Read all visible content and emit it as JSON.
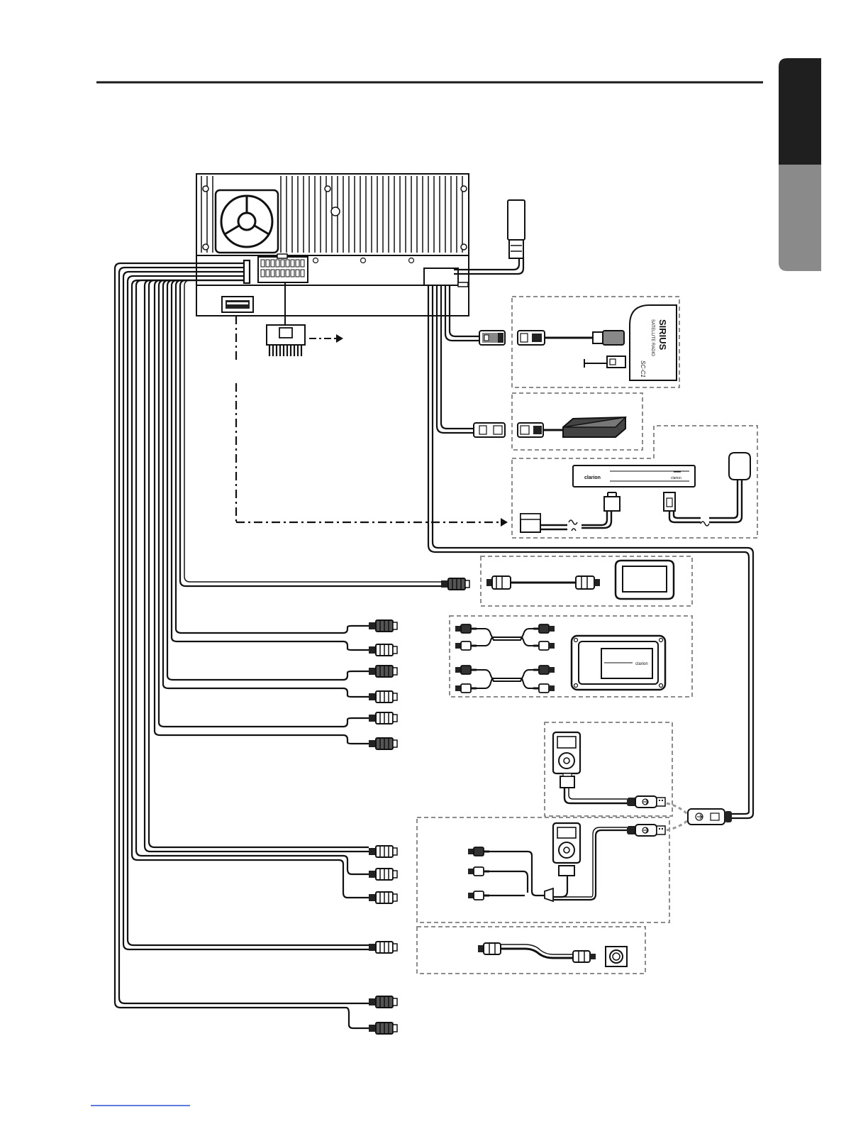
{
  "sirius_module": {
    "brand": "SIRIUS",
    "subtitle": "SATELLITE RADIO",
    "model": "SC-C1"
  },
  "gps_unit": {
    "brand": "clarion",
    "brand2": "clarion"
  },
  "amplifier": {
    "brand": "clarion"
  },
  "colors": {
    "ink": "#1a1a1a",
    "dashed_box": "#8c8c8c",
    "tab_dark": "#1f1f1f",
    "tab_grey": "#8a8a8a",
    "footer_link": "#2b4fd6"
  }
}
